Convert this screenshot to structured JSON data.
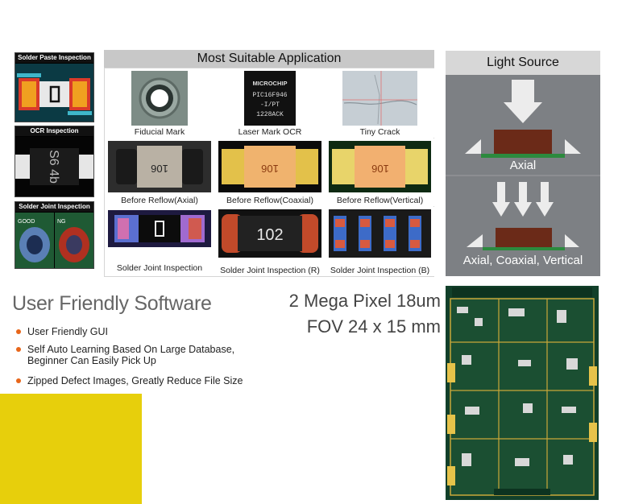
{
  "inspection": {
    "paste_label": "Solder Paste Inspection",
    "ocr_label": "OCR Inspection",
    "ocr_chip_text": "S6 4b",
    "joint_label": "Solder Joint Inspection",
    "joint_good": "GOOD",
    "joint_ng": "NG"
  },
  "application": {
    "title": "Most Suitable Application",
    "items": [
      {
        "label": "Fiducial Mark"
      },
      {
        "label": "Laser Mark OCR",
        "chip_lines": [
          "MICROCHIP",
          "PIC16F946",
          "-I/PT",
          "1228ACK"
        ]
      },
      {
        "label": "Tiny Crack"
      },
      {
        "label": "Before Reflow(Axial)",
        "chip_text": "106"
      },
      {
        "label": "Before Reflow(Coaxial)",
        "chip_text": "106"
      },
      {
        "label": "Before Reflow(Vertical)",
        "chip_text": "106"
      },
      {
        "label": "Solder Joint Inspection",
        "chip_text": "0"
      },
      {
        "label": "Solder Joint Inspection (R)",
        "chip_text": "102"
      },
      {
        "label": "Solder Joint Inspection (B)"
      }
    ]
  },
  "light_source": {
    "title": "Light Source",
    "axial_label": "Axial",
    "multi_label": "Axial, Coaxial, Vertical"
  },
  "software": {
    "title": "User Friendly Software",
    "bullets": [
      "User Friendly GUI",
      "Self Auto Learning Based On Large Database, Beginner Can Easily Pick Up",
      "Zipped Defect Images, Greatly Reduce File Size"
    ],
    "bullet_color": "#e8661a"
  },
  "camera": {
    "line1": "2 Mega Pixel 18um",
    "line2": "FOV 24 x 15 mm"
  },
  "colors": {
    "accent_yellow": "#e7cf0c",
    "pcb_green": "#0e3a1e"
  }
}
